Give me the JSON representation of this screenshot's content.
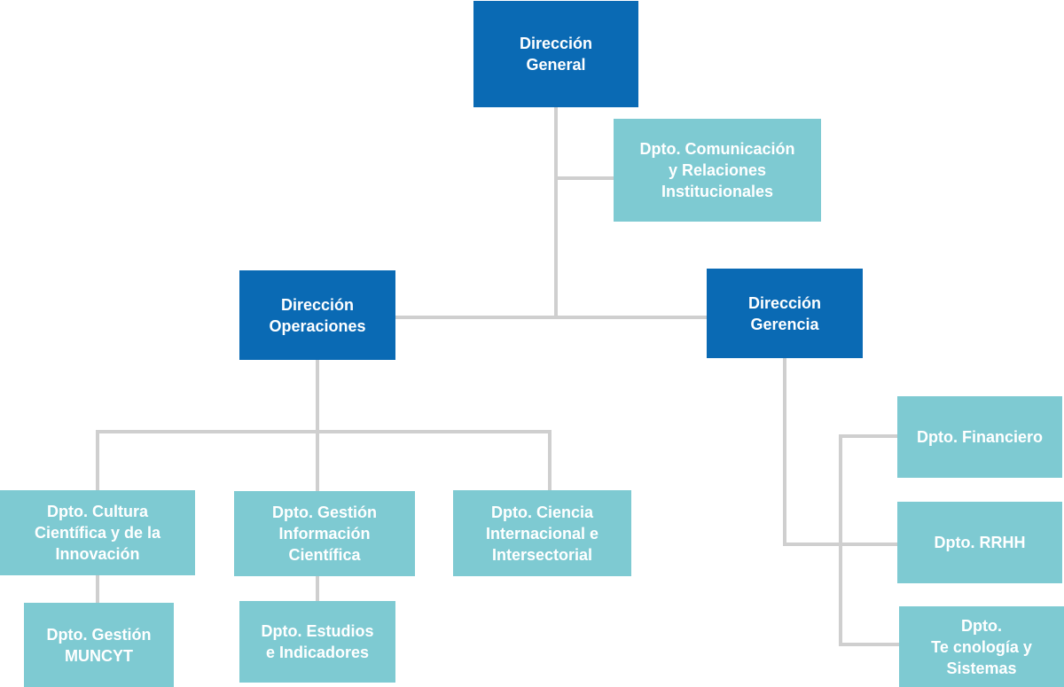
{
  "colors": {
    "primary": "#0a6ab4",
    "secondary": "#7ecad2",
    "connector": "#cfcfcf"
  },
  "nodes": {
    "direccion_general": "Dirección\nGeneral",
    "comunicacion": "Dpto. Comunicación\ny Relaciones\nInstitucionales",
    "direccion_operaciones": "Dirección\nOperaciones",
    "direccion_gerencia": "Dirección\nGerencia",
    "cultura_cientifica": "Dpto. Cultura\nCientífica y de la\nInnovación",
    "gestion_informacion": "Dpto. Gestión\nInformación\nCientífica",
    "ciencia_internacional": "Dpto. Ciencia\nInternacional e\nIntersectorial",
    "gestion_muncyt": "Dpto. Gestión\nMUNCYT",
    "estudios_indicadores": "Dpto. Estudios\ne Indicadores",
    "financiero": "Dpto. Financiero",
    "rrhh": "Dpto. RRHH",
    "tecnologia": "Dpto.\nTe cnología y\nSistemas"
  }
}
